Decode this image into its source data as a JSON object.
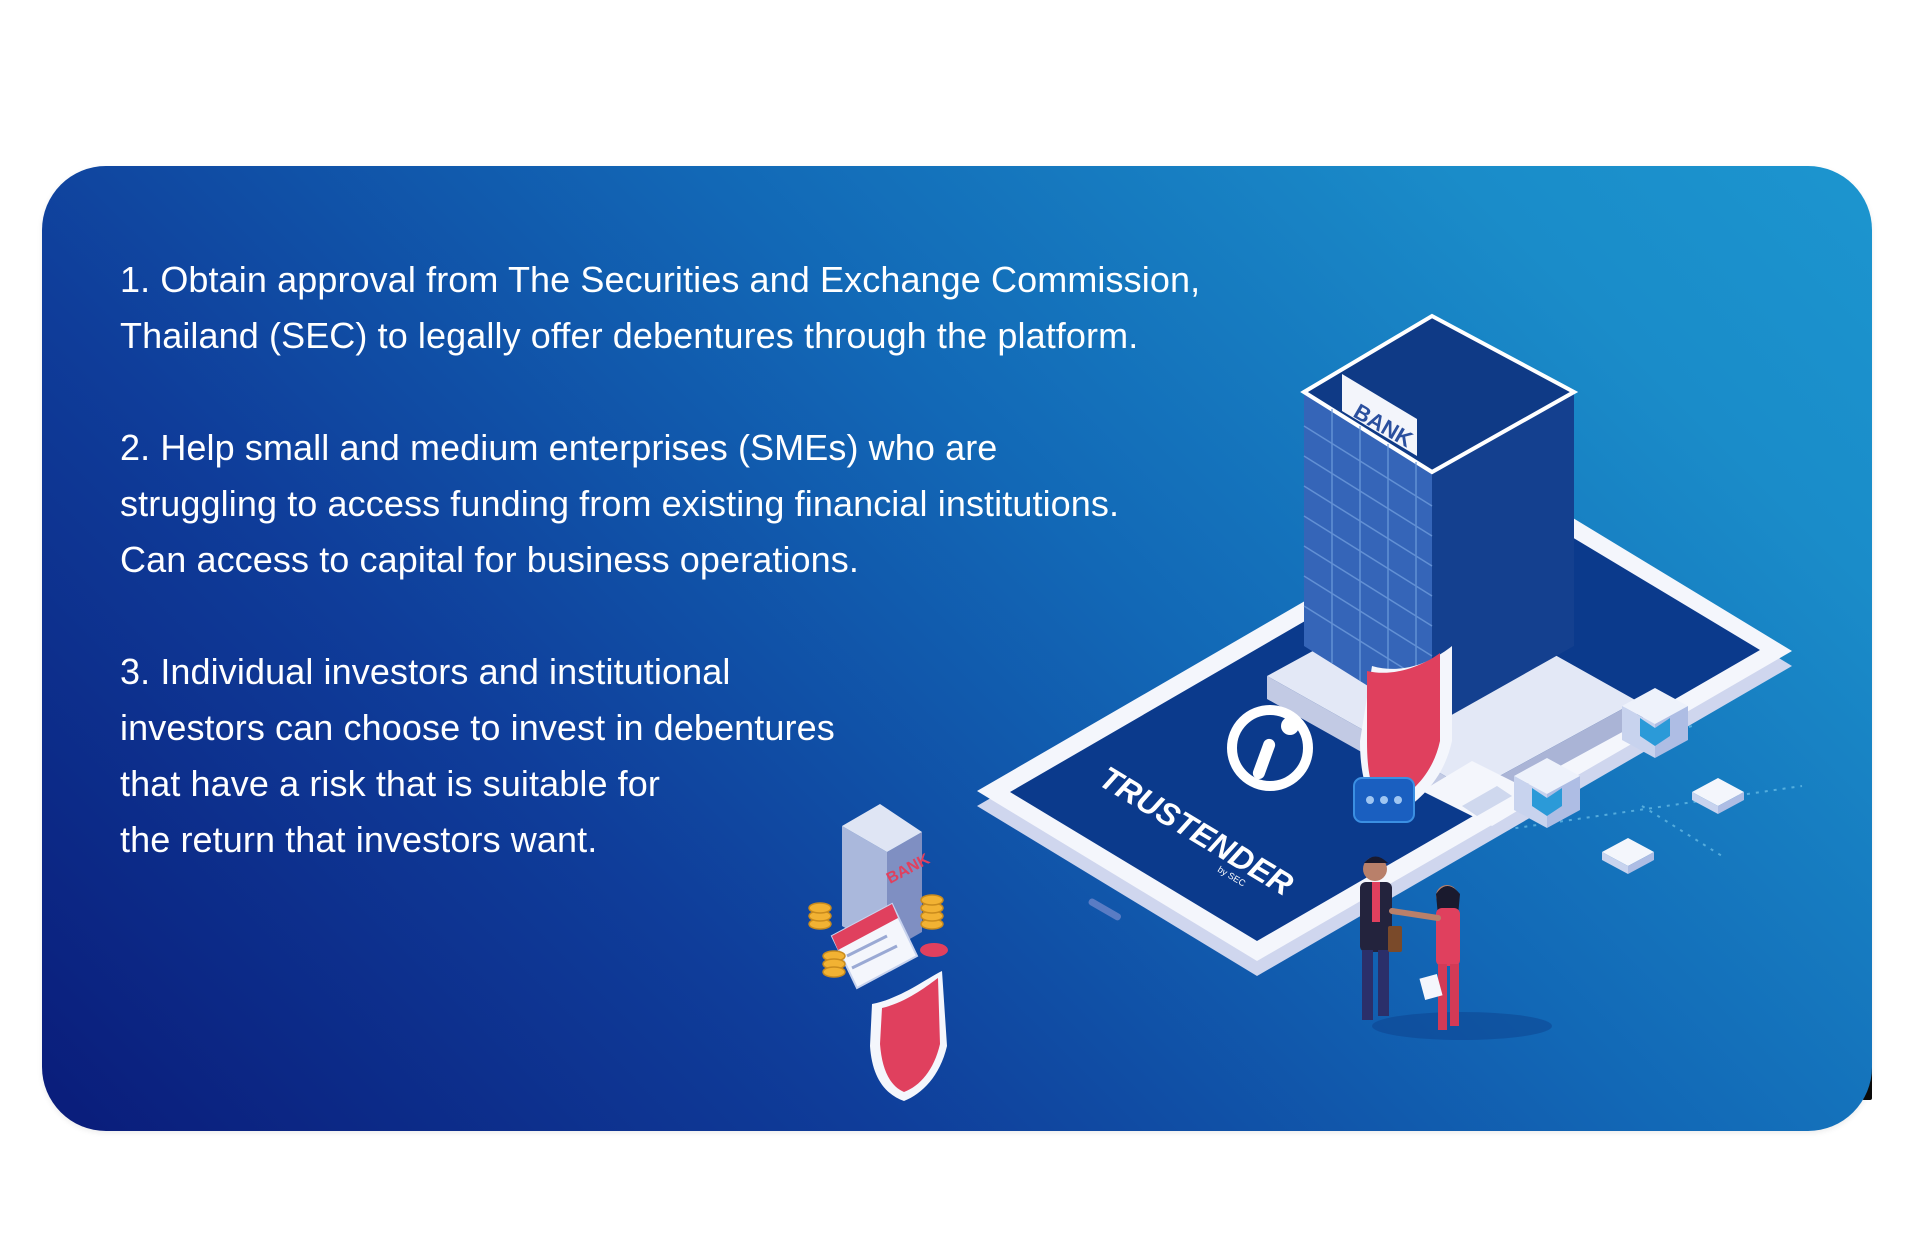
{
  "content": {
    "point1": {
      "line1": "1. Obtain approval from The Securities and Exchange Commission,",
      "line2": "Thailand (SEC) to legally offer debentures through the platform."
    },
    "point2": {
      "line1": "2. Help small and medium enterprises (SMEs) who are",
      "line2": "struggling to access funding from existing financial institutions.",
      "line3": "Can access to capital for business operations."
    },
    "point3": {
      "line1": "3. Individual investors and institutional",
      "line2": "investors can choose to invest in debentures",
      "line3": "that have a risk that is suitable for",
      "line4": "the return that investors want."
    }
  },
  "illustration": {
    "bank_sign": "BANK",
    "small_bank_sign": "BANK",
    "brand_name": "TRUSTENDER",
    "brand_tagline": "by SEC"
  },
  "colors": {
    "gradient_dark": "#0a1c7a",
    "gradient_light": "#1c95cf",
    "shield": "#e0405e",
    "coin": "#f2b233"
  }
}
